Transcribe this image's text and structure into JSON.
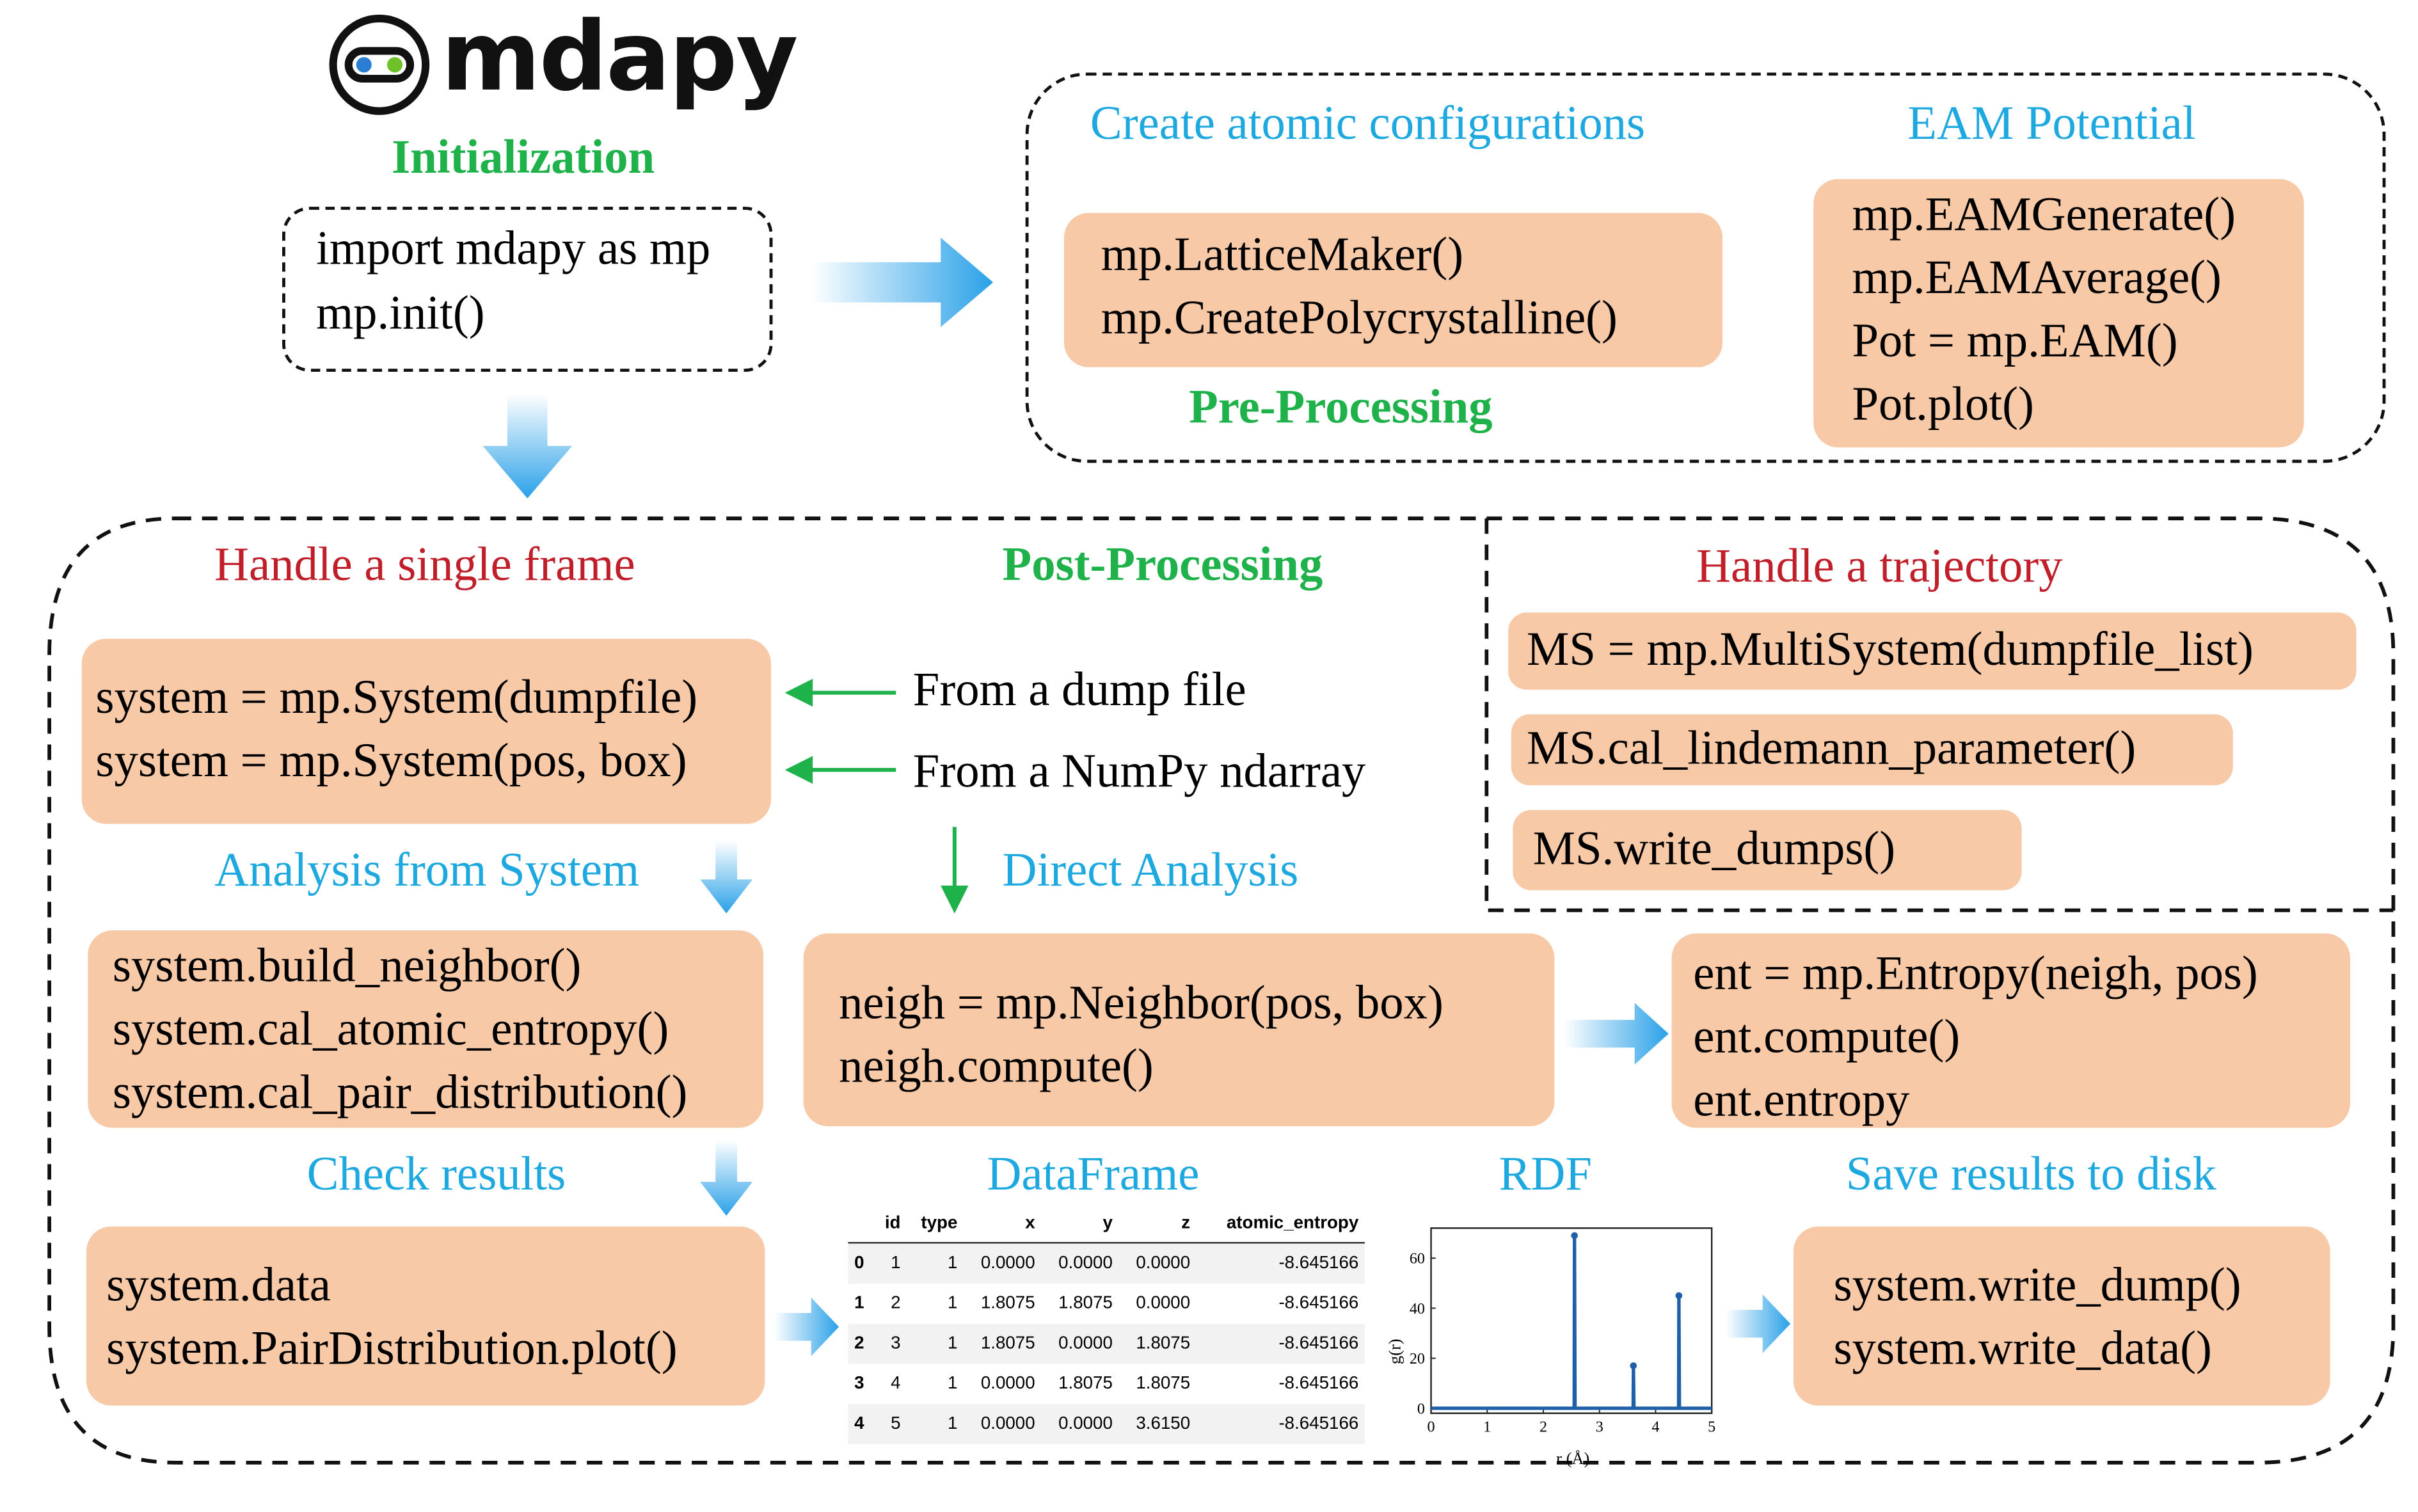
{
  "logo": {
    "name": "mdapy",
    "icon": "chain-link-icon"
  },
  "initialization": {
    "title": "Initialization",
    "lines": [
      "import mdapy as mp",
      "mp.init()"
    ]
  },
  "pre_processing": {
    "title": "Pre-Processing",
    "create": {
      "title": "Create atomic configurations",
      "lines": [
        "mp.LatticeMaker()",
        "mp.CreatePolycrystalline()"
      ]
    },
    "eam": {
      "title": "EAM Potential",
      "lines": [
        "mp.EAMGenerate()",
        "mp.EAMAverage()",
        "Pot = mp.EAM()",
        "Pot.plot()"
      ]
    }
  },
  "post_processing": {
    "title": "Post-Processing",
    "single_frame": {
      "title": "Handle a single frame",
      "lines": [
        "system = mp.System(dumpfile)",
        "system = mp.System(pos, box)"
      ],
      "sources": [
        "From a dump file",
        "From a NumPy ndarray"
      ]
    },
    "analysis_system": {
      "title": "Analysis from System",
      "lines": [
        "system.build_neighbor()",
        "system.cal_atomic_entropy()",
        "system.cal_pair_distribution()"
      ]
    },
    "direct": {
      "title": "Direct Analysis",
      "lines": [
        "neigh = mp.Neighbor(pos, box)",
        "neigh.compute()"
      ]
    },
    "entropy": {
      "lines": [
        "ent = mp.Entropy(neigh, pos)",
        "ent.compute()",
        "ent.entropy"
      ]
    },
    "check": {
      "title": "Check results",
      "lines": [
        "system.data",
        "system.PairDistribution.plot()"
      ]
    },
    "dataframe": {
      "title": "DataFrame",
      "columns": [
        "",
        "id",
        "type",
        "x",
        "y",
        "z",
        "atomic_entropy"
      ],
      "rows": [
        [
          "0",
          "1",
          "1",
          "0.0000",
          "0.0000",
          "0.0000",
          "-8.645166"
        ],
        [
          "1",
          "2",
          "1",
          "1.8075",
          "1.8075",
          "0.0000",
          "-8.645166"
        ],
        [
          "2",
          "3",
          "1",
          "1.8075",
          "0.0000",
          "1.8075",
          "-8.645166"
        ],
        [
          "3",
          "4",
          "1",
          "0.0000",
          "1.8075",
          "1.8075",
          "-8.645166"
        ],
        [
          "4",
          "5",
          "1",
          "0.0000",
          "0.0000",
          "3.6150",
          "-8.645166"
        ]
      ]
    },
    "rdf": {
      "title": "RDF"
    },
    "save": {
      "title": "Save results to disk",
      "lines": [
        "system.write_dump()",
        "system.write_data()"
      ]
    },
    "trajectory": {
      "title": "Handle a trajectory",
      "lines": [
        "MS = mp.MultiSystem(dumpfile_list)",
        "MS.cal_lindemann_parameter()",
        "MS.write_dumps()"
      ]
    }
  },
  "chart_data": {
    "type": "line",
    "title": "",
    "xlabel": "r (Å)",
    "ylabel": "g(r)",
    "xlim": [
      0,
      5
    ],
    "ylim": [
      -2,
      72
    ],
    "xticks": [
      "0",
      "1",
      "2",
      "3",
      "4",
      "5"
    ],
    "yticks": [
      "0",
      "20",
      "40",
      "60"
    ],
    "series": [
      {
        "x": [
          0,
          2.55,
          2.555,
          2.565,
          3.6,
          3.605,
          3.615,
          4.41,
          4.415,
          4.425,
          5.0
        ],
        "y": [
          0,
          0,
          69,
          0,
          0,
          17,
          0,
          0,
          45,
          0,
          0
        ]
      }
    ],
    "color": "#1f5fa8",
    "grid": false
  },
  "colors": {
    "box_fill": "#f7c9a7",
    "green": "#1fb14a",
    "red": "#c01f2a",
    "blue": "#1ea8e0",
    "arrow_blue": "#2aa1e8"
  }
}
